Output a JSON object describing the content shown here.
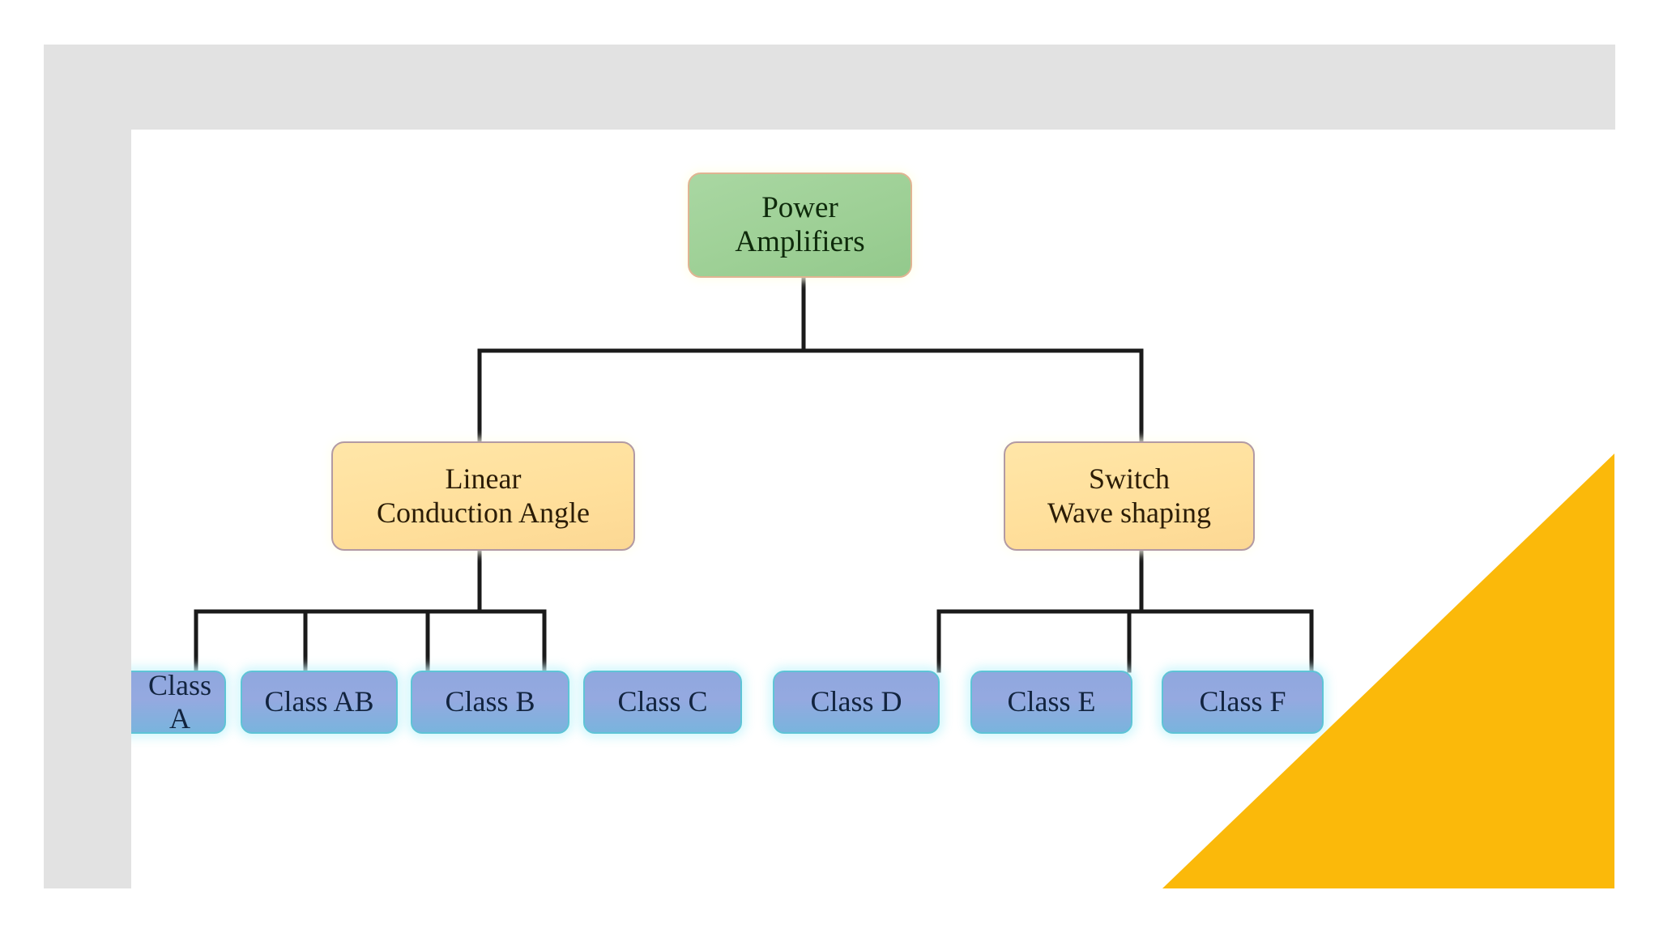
{
  "slide": {
    "background_color": "#ffffff",
    "frame_color": "#e2e2e2",
    "canvas_color": "#ffffff",
    "accent_triangle_color": "#fbb90a"
  },
  "diagram": {
    "type": "hierarchy-tree",
    "title": "Power Amplifiers classification tree",
    "colors": {
      "root_fill": "#9ed096",
      "root_border": "#e0b492",
      "branch_fill": "#ffdf9b",
      "branch_border": "#b29aa4",
      "leaf_fill": "#8fa8de",
      "leaf_border": "#5ec4d6",
      "connector": "#1a1a1a"
    },
    "root": {
      "id": "power-amplifiers",
      "label": "Power\nAmplifiers"
    },
    "branches": [
      {
        "id": "linear",
        "label": "Linear\nConduction Angle",
        "children": [
          "Class A",
          "Class AB",
          "Class B",
          "Class C"
        ]
      },
      {
        "id": "switch",
        "label": "Switch\nWave shaping",
        "children": [
          "Class D",
          "Class E",
          "Class F"
        ]
      }
    ],
    "leaves": [
      {
        "id": "class-a",
        "label": "Class A",
        "clipped": true
      },
      {
        "id": "class-ab",
        "label": "Class AB",
        "clipped": false
      },
      {
        "id": "class-b",
        "label": "Class B",
        "clipped": false
      },
      {
        "id": "class-c",
        "label": "Class C",
        "clipped": false
      },
      {
        "id": "class-d",
        "label": "Class D",
        "clipped": false
      },
      {
        "id": "class-e",
        "label": "Class E",
        "clipped": false
      },
      {
        "id": "class-f",
        "label": "Class F",
        "clipped": false
      }
    ]
  }
}
